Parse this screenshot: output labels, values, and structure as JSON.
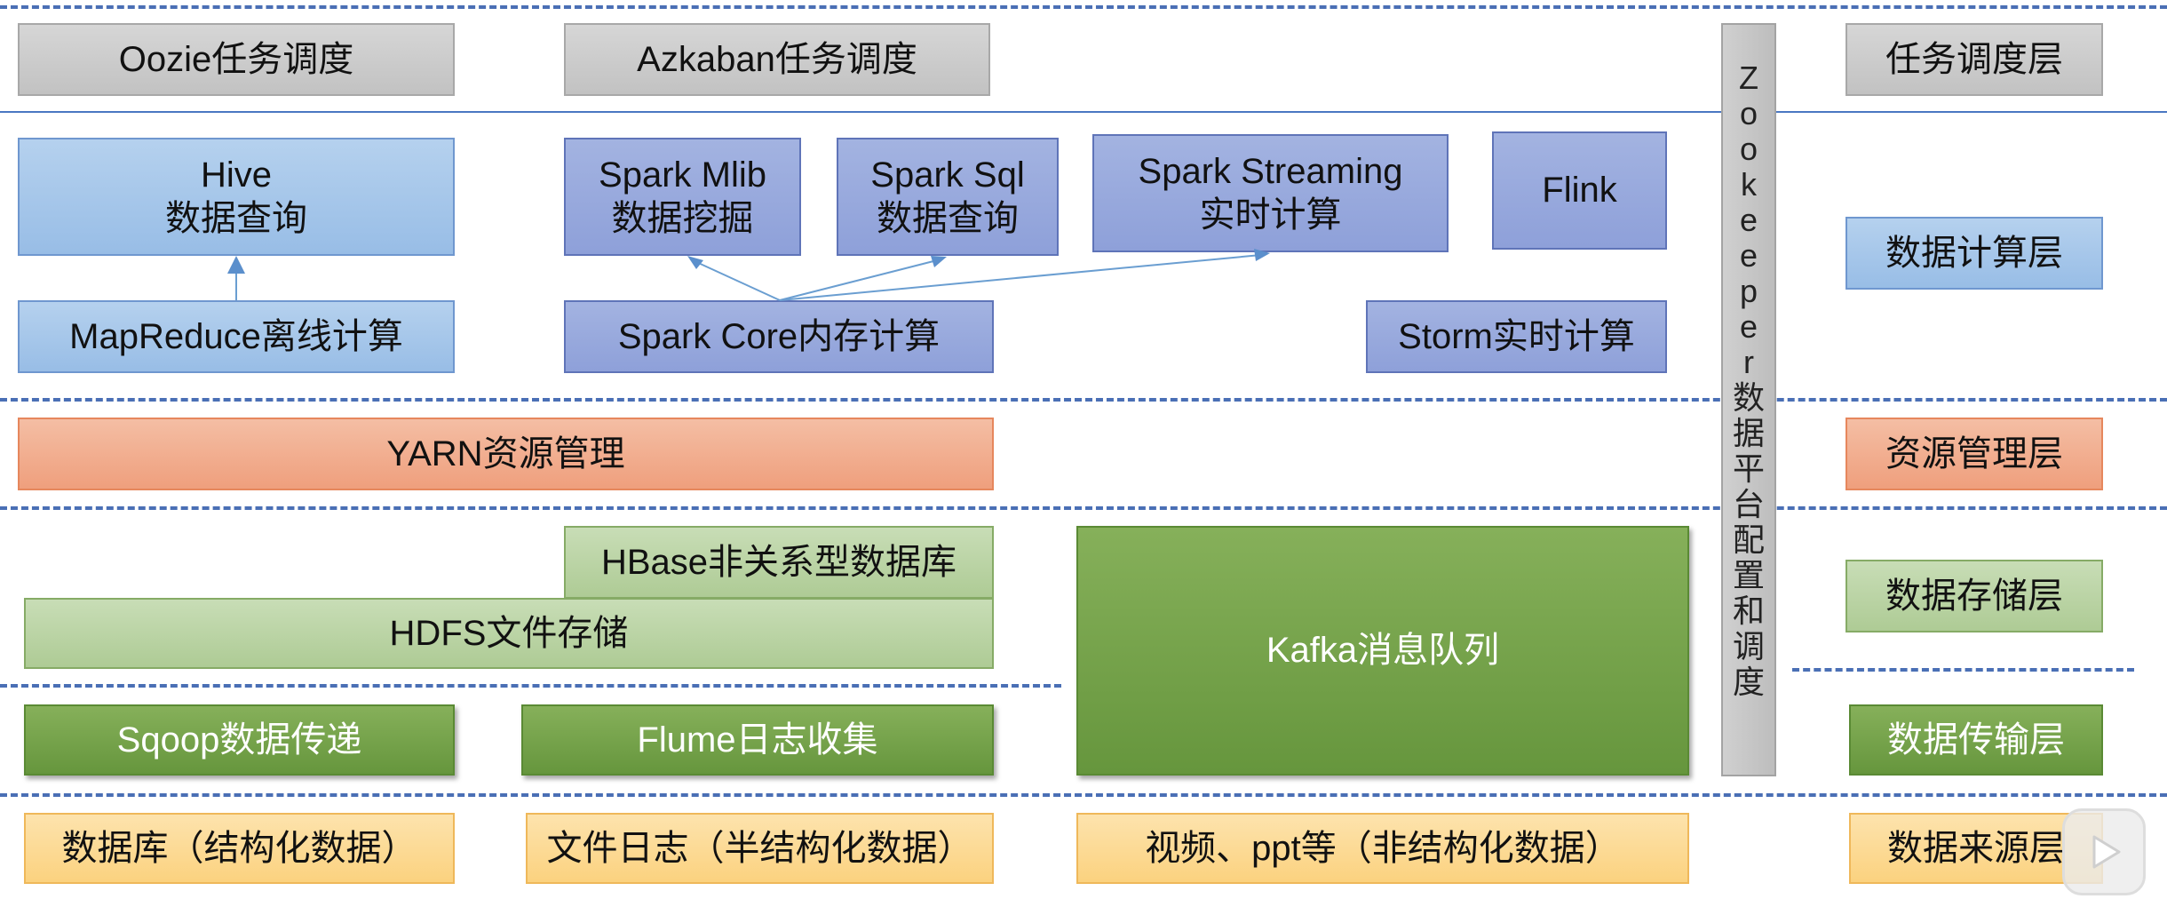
{
  "scheduling": {
    "oozie": "Oozie任务调度",
    "azkaban": "Azkaban任务调度"
  },
  "compute": {
    "hive": [
      "Hive",
      "数据查询"
    ],
    "mapreduce": "MapReduce离线计算",
    "spark_mlib": [
      "Spark Mlib",
      "数据挖掘"
    ],
    "spark_sql": [
      "Spark Sql",
      "数据查询"
    ],
    "spark_streaming": [
      "Spark Streaming",
      "实时计算"
    ],
    "flink": "Flink",
    "spark_core": "Spark Core内存计算",
    "storm": "Storm实时计算"
  },
  "resource": {
    "yarn": "YARN资源管理"
  },
  "storage": {
    "hbase": "HBase非关系型数据库",
    "hdfs": "HDFS文件存储",
    "kafka": "Kafka消息队列"
  },
  "transfer": {
    "sqoop": "Sqoop数据传递",
    "flume": "Flume日志收集"
  },
  "sources": {
    "database": "数据库（结构化数据）",
    "file_logs": "文件日志（半结构化数据）",
    "video": "视频、ppt等（非结构化数据）"
  },
  "zookeeper": {
    "chars": [
      "Z",
      "o",
      "o",
      "k",
      "e",
      "e",
      "p",
      "e",
      "r",
      "数",
      "据",
      "平",
      "台",
      "配",
      "置",
      "和",
      "调",
      "度"
    ]
  },
  "layers": {
    "scheduling": "任务调度层",
    "compute": "数据计算层",
    "resource": "资源管理层",
    "storage": "数据存储层",
    "transfer": "数据传输层",
    "source": "数据来源层"
  },
  "colors": {
    "divider": "#4a6fb5",
    "gray": "#c8c8c8",
    "light_blue": "#a8c8ea",
    "dark_blue": "#97a8dc",
    "orange": "#f2ad8e",
    "light_green": "#b8d3a2",
    "dark_green": "#77a34b",
    "yellow": "#fcd98e"
  },
  "icons": {
    "play": "play-icon"
  }
}
